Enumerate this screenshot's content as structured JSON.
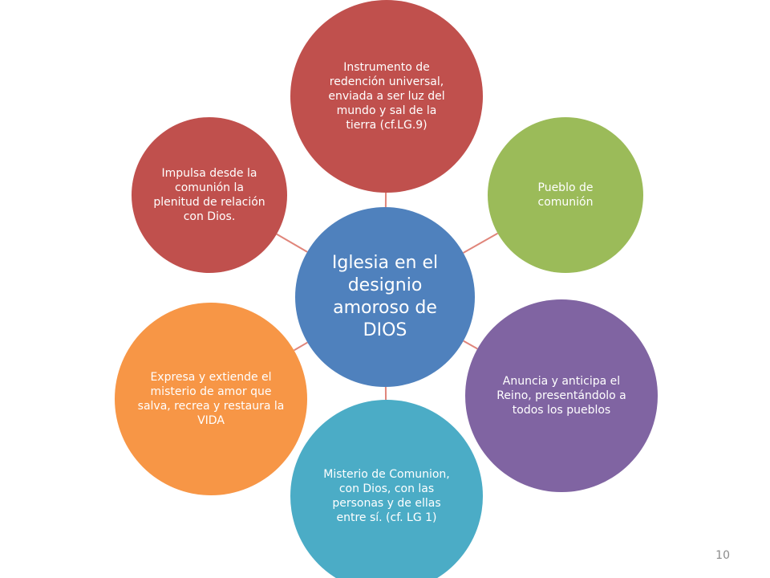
{
  "diagram": {
    "center": {
      "label": "Iglesia en el designio amoroso de DIOS",
      "color": "#4f81bd"
    },
    "nodes": [
      {
        "key": "top",
        "label": "Instrumento de redención universal, enviada a ser luz del mundo y sal de la tierra (cf.LG.9)",
        "color": "#c0504d"
      },
      {
        "key": "top-right",
        "label": "Pueblo de comunión",
        "color": "#9bbb59"
      },
      {
        "key": "bottom-right",
        "label": "Anuncia y anticipa el Reino, presentándolo a todos los pueblos",
        "color": "#8064a2"
      },
      {
        "key": "bottom",
        "label": "Misterio de Comunion, con Dios, con las personas y de ellas entre sí. (cf. LG 1)",
        "color": "#4bacc6"
      },
      {
        "key": "bottom-left",
        "label": "Expresa y extiende el misterio de amor que salva, recrea y restaura la VIDA",
        "color": "#f79646"
      },
      {
        "key": "top-left",
        "label": "Impulsa desde la comunión la plenitud de relación con Dios.",
        "color": "#c0504d"
      }
    ],
    "connector_color": "#e0857a"
  },
  "page_number": "10"
}
